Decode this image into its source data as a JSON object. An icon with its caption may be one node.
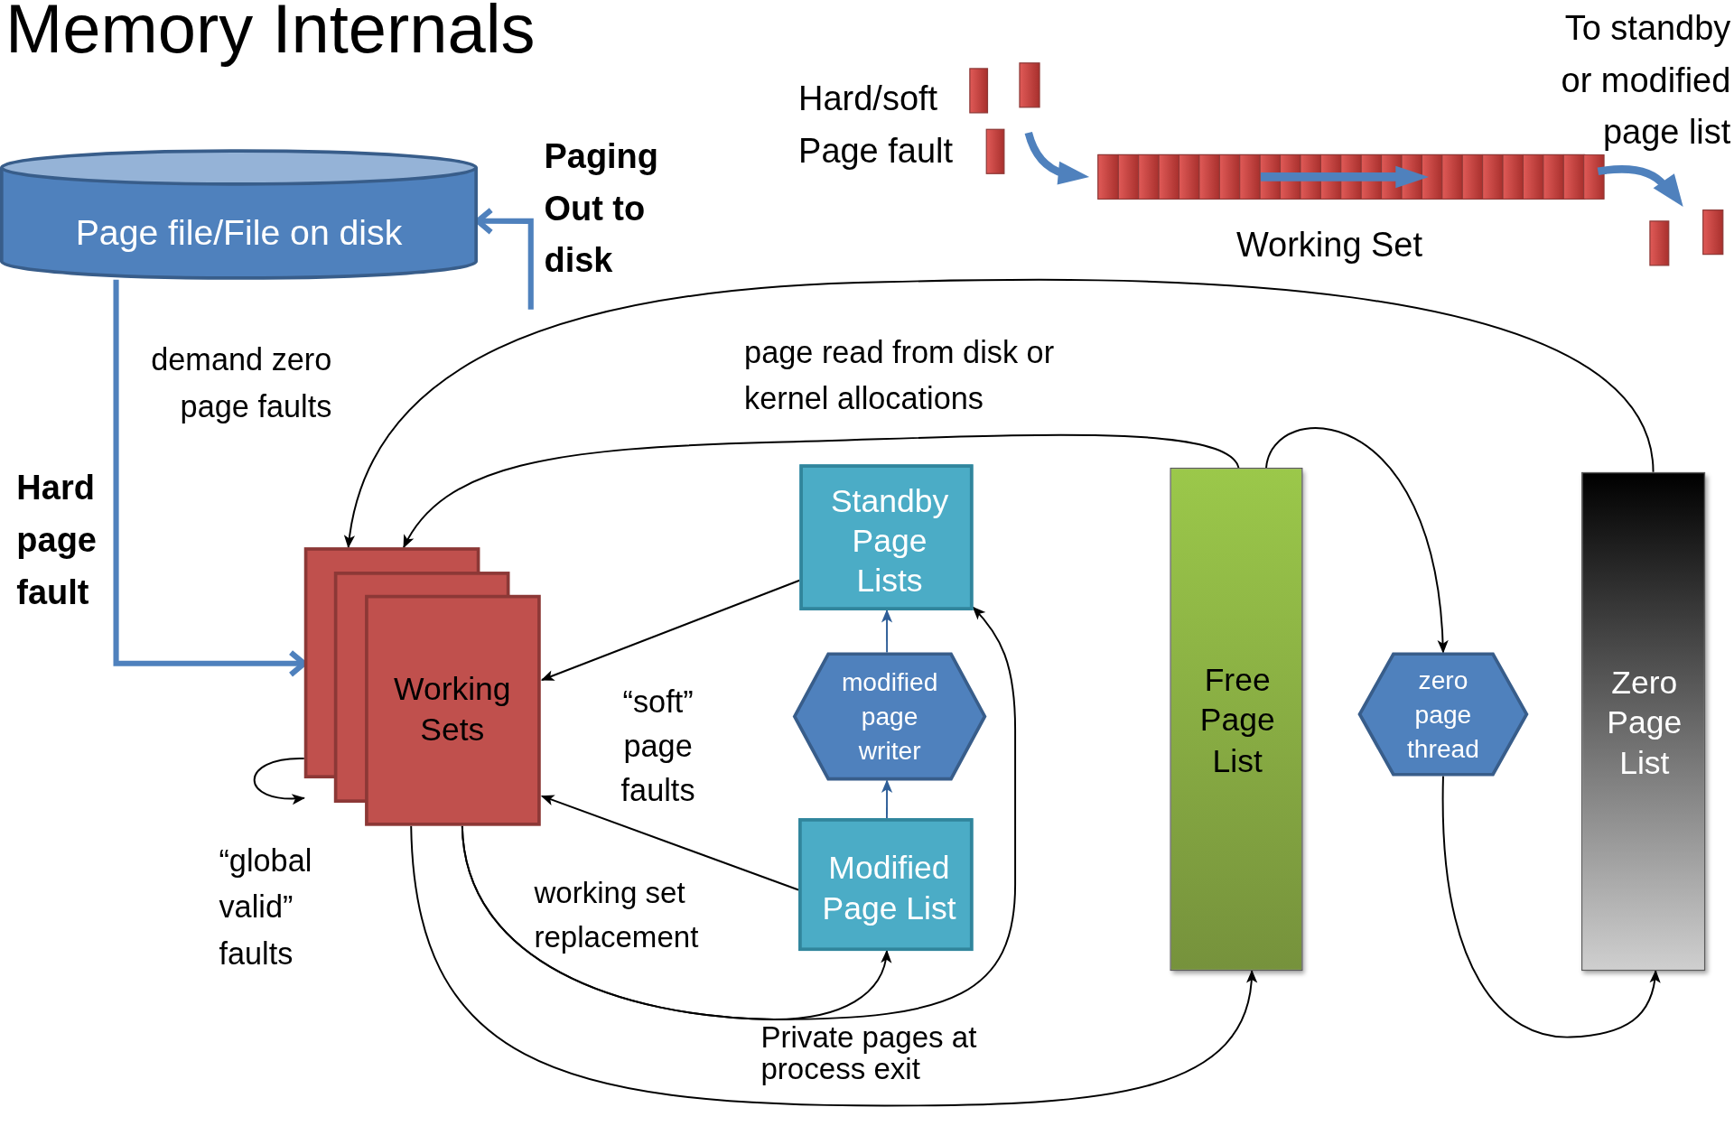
{
  "diagram": {
    "title": "Memory Internals",
    "nodes": [
      {
        "text": [
          "Page file/File on disk"
        ]
      },
      {
        "text": [
          "Working Sets"
        ]
      },
      {
        "text": [
          "Standby Page Lists"
        ]
      },
      {
        "text": [
          "modified page writer"
        ]
      },
      {
        "text": [
          "Modified Page List"
        ]
      },
      {
        "text": [
          "Free Page List"
        ]
      },
      {
        "text": [
          "zero page thread"
        ]
      },
      {
        "text": [
          "Zero Page List"
        ]
      }
    ],
    "edges": [
      {
        "from": null,
        "to": 0,
        "arrow": "to",
        "label": "Paging Out to disk",
        "style": "thick",
        "color": "#4f81bd"
      },
      {
        "from": 0,
        "to": 1,
        "arrow": "to",
        "label": "Hard page fault",
        "style": "thick",
        "color": "#4f81bd"
      },
      {
        "from": 7,
        "to": 1,
        "arrow": "to",
        "label": "demand zero page faults"
      },
      {
        "from": 5,
        "to": 1,
        "arrow": "to",
        "label": "page read from disk or kernel allocations"
      },
      {
        "from": 5,
        "to": 6,
        "arrow": "to"
      },
      {
        "from": 6,
        "to": 7,
        "arrow": "to"
      },
      {
        "from": 2,
        "to": 1,
        "arrow": "to",
        "label": "“soft” page faults"
      },
      {
        "from": 4,
        "to": 1,
        "arrow": "to"
      },
      {
        "from": 3,
        "to": 2,
        "arrow": "to",
        "color": "#2f5f98"
      },
      {
        "from": 4,
        "to": 3,
        "arrow": "to",
        "color": "#2f5f98"
      },
      {
        "from": 1,
        "to": 4,
        "arrow": "to",
        "label": "working set replacement"
      },
      {
        "from": 1,
        "to": 2,
        "arrow": "to"
      },
      {
        "from": 1,
        "to": 5,
        "arrow": "to",
        "label": "Private pages at process exit"
      },
      {
        "from": 1,
        "to": 1,
        "arrow": "to",
        "label": "“global valid” faults"
      }
    ],
    "labels": [
      "Hard/soft Page fault",
      "Working Set",
      "To standby or modified page list"
    ]
  }
}
